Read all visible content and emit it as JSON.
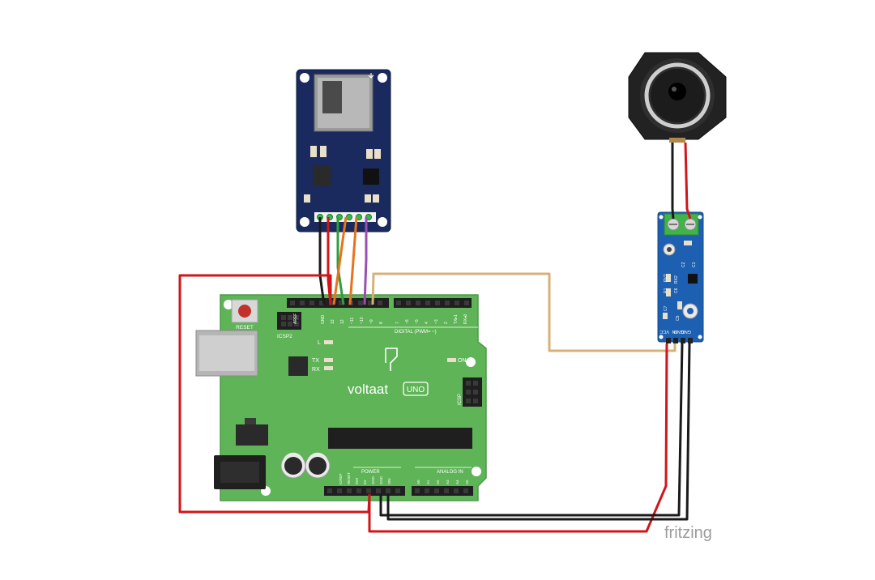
{
  "arduino": {
    "brand": "voltaat",
    "model": "UNO",
    "reset_label": "RESET",
    "icsp2_label": "ICSP2",
    "icsp_label": "ICSP",
    "led_l": "L",
    "led_tx": "TX",
    "led_rx": "RX",
    "led_on": "ON",
    "aref": "AREF",
    "gnd": "GND",
    "digital_label": "DIGITAL (PWM= ~)",
    "power_label": "POWER",
    "analog_label": "ANALOG IN",
    "digital_pins": [
      "13",
      "12",
      "~11",
      "~10",
      "~9",
      "8",
      "7",
      "~6",
      "~5",
      "4",
      "~3",
      "2",
      "TX▸1",
      "RX◂0"
    ],
    "power_pins": [
      "IOREF",
      "RESET",
      "3V3",
      "5V",
      "GND",
      "GND",
      "VIN"
    ],
    "analog_pins": [
      "A0",
      "A1",
      "A2",
      "A3",
      "A4",
      "A5"
    ]
  },
  "amplifier": {
    "pins": [
      "VCC",
      "IN",
      "GND",
      "GND"
    ],
    "labels": [
      "C2",
      "C1",
      "R1",
      "C6",
      "RV2",
      "RX2",
      "C7",
      "C5"
    ]
  },
  "watermark": "fritzing",
  "colors": {
    "arduino": "#5fb457",
    "sd_board": "#1a2a5e",
    "amp_board": "#1d5fb0",
    "wire_red": "#d0161a",
    "wire_black": "#1a1a1a",
    "wire_orange": "#e8731d",
    "wire_green": "#2f9e3b",
    "wire_purple": "#9b4fb0",
    "wire_tan": "#d8b07a"
  }
}
